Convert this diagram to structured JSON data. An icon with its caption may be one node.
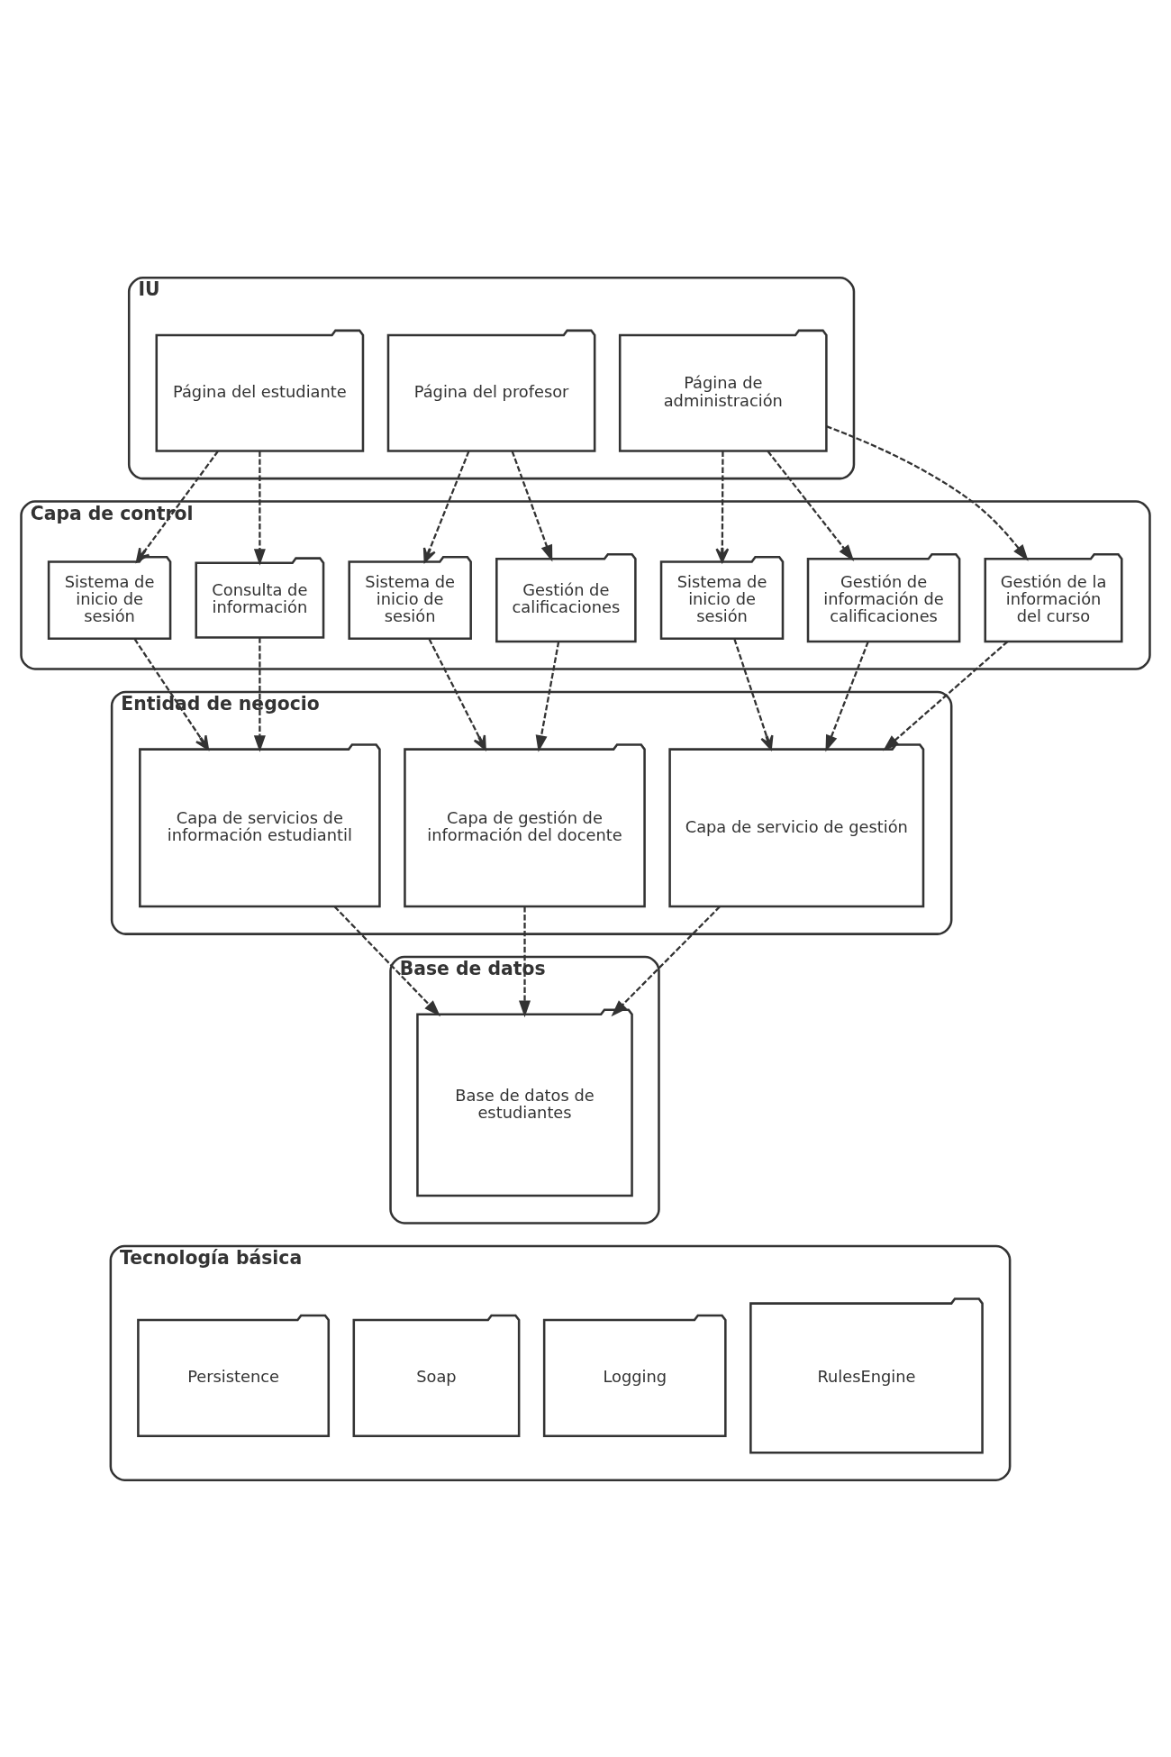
{
  "diagram": {
    "nodes": [
      {
        "text": [
          "IU"
        ]
      },
      {
        "text": [
          "Página del estudiante"
        ],
        "in": 0
      },
      {
        "text": [
          "Página del profesor"
        ],
        "in": 0
      },
      {
        "text": [
          "Página de administración"
        ],
        "in": 0
      },
      {
        "text": [
          "Capa de control"
        ]
      },
      {
        "text": [
          "Sistema de inicio de sesión"
        ],
        "in": 4
      },
      {
        "text": [
          "Consulta de información"
        ],
        "in": 4
      },
      {
        "text": [
          "Sistema de inicio de sesión"
        ],
        "in": 4
      },
      {
        "text": [
          "Gestión de calificaciones"
        ],
        "in": 4
      },
      {
        "text": [
          "Sistema de inicio de sesión"
        ],
        "in": 4
      },
      {
        "text": [
          "Gestión de información de calificaciones"
        ],
        "in": 4
      },
      {
        "text": [
          "Gestión de la información del curso"
        ],
        "in": 4
      },
      {
        "text": [
          "Entidad de negocio"
        ]
      },
      {
        "text": [
          "Capa de servicios de información estudiantil"
        ],
        "in": 12
      },
      {
        "text": [
          "Capa de gestión de información del docente"
        ],
        "in": 12
      },
      {
        "text": [
          "Capa de servicio de gestión"
        ],
        "in": 12
      },
      {
        "text": [
          "Base de datos"
        ]
      },
      {
        "text": [
          "Base de datos de estudiantes"
        ],
        "in": 16
      },
      {
        "text": [
          "Tecnología básica"
        ]
      },
      {
        "text": [
          "Persistence"
        ],
        "in": 18
      },
      {
        "text": [
          "Soap"
        ],
        "in": 18
      },
      {
        "text": [
          "Logging"
        ],
        "in": 18
      },
      {
        "text": [
          "RulesEngine"
        ],
        "in": 18
      }
    ],
    "edges": [
      {
        "from": 1,
        "to": 5,
        "arrow": "to",
        "style": "dashed"
      },
      {
        "from": 1,
        "to": 6,
        "arrow": "to",
        "style": "dashed"
      },
      {
        "from": 2,
        "to": 7,
        "arrow": "to",
        "style": "dashed"
      },
      {
        "from": 2,
        "to": 8,
        "arrow": "to",
        "style": "dashed"
      },
      {
        "from": 3,
        "to": 9,
        "arrow": "to",
        "style": "dashed"
      },
      {
        "from": 3,
        "to": 10,
        "arrow": "to",
        "style": "dashed"
      },
      {
        "from": 3,
        "to": 11,
        "arrow": "to",
        "style": "dashed"
      },
      {
        "from": 5,
        "to": 13,
        "arrow": "to",
        "style": "dashed"
      },
      {
        "from": 6,
        "to": 13,
        "arrow": "to",
        "style": "dashed"
      },
      {
        "from": 7,
        "to": 14,
        "arrow": "to",
        "style": "dashed"
      },
      {
        "from": 8,
        "to": 14,
        "arrow": "to",
        "style": "dashed"
      },
      {
        "from": 9,
        "to": 15,
        "arrow": "to",
        "style": "dashed"
      },
      {
        "from": 10,
        "to": 15,
        "arrow": "to",
        "style": "dashed"
      },
      {
        "from": 11,
        "to": 15,
        "arrow": "to",
        "style": "dashed"
      },
      {
        "from": 13,
        "to": 17,
        "arrow": "to",
        "style": "dashed"
      },
      {
        "from": 14,
        "to": 17,
        "arrow": "to",
        "style": "dashed"
      },
      {
        "from": 15,
        "to": 17,
        "arrow": "to",
        "style": "dashed"
      }
    ]
  }
}
